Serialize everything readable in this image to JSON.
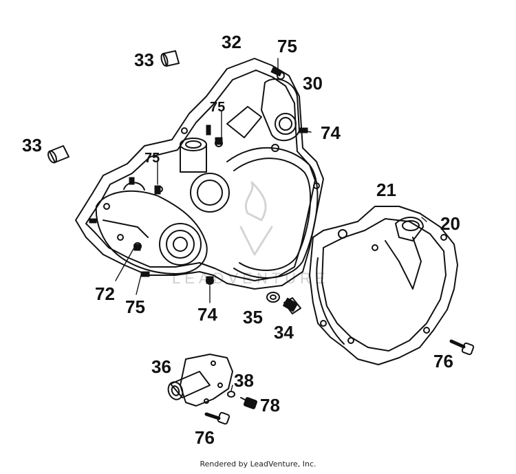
{
  "callouts": {
    "c32": "32",
    "c75a": "75",
    "c30": "30",
    "c33a": "33",
    "c75b": "75",
    "c74a": "74",
    "c33b": "33",
    "c75c": "75",
    "c21": "21",
    "c20": "20",
    "c72": "72",
    "c75d": "75",
    "c74b": "74",
    "c35": "35",
    "c34": "34",
    "c76a": "76",
    "c36": "36",
    "c38": "38",
    "c78": "78",
    "c76b": "76"
  },
  "watermark": "LEADVENTURE",
  "footer": "Rendered by LeadVenture, Inc.",
  "colors": {
    "ink": "#111111",
    "watermark": "#cfcfcf",
    "background": "#ffffff"
  }
}
